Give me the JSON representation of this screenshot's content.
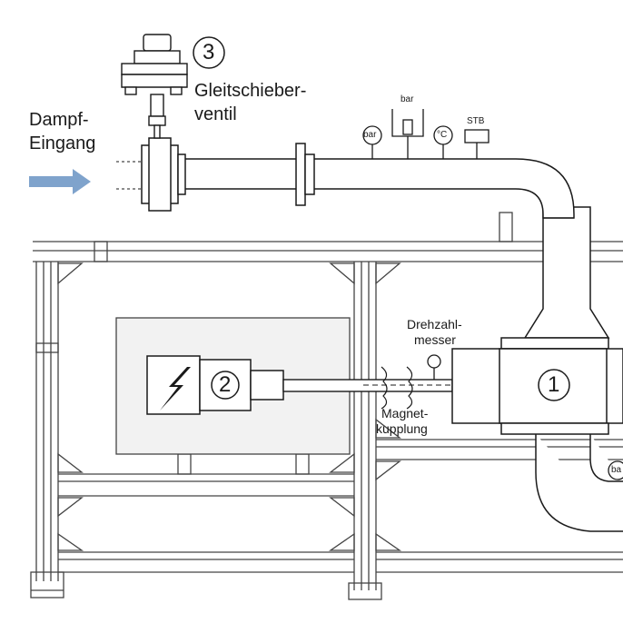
{
  "labels": {
    "steam_inlet_line1": "Dampf-",
    "steam_inlet_line2": "Eingang",
    "valve_number": "3",
    "valve_line1": "Gleitschieber-",
    "valve_line2": "ventil",
    "gauge_bar_1": "bar",
    "gauge_bar_2": "bar",
    "gauge_bar_3": "ba",
    "temp_sensor": "°C",
    "stb": "STB",
    "speed_sensor_line1": "Drehzahl-",
    "speed_sensor_line2": "messer",
    "coupling_line1": "Magnet-",
    "coupling_line2": "kupplung",
    "turbine_number": "1",
    "generator_number": "2"
  },
  "colors": {
    "line": "#1a1a1a",
    "arrow": "#7fa3cc",
    "box_fill": "#f2f2f2",
    "frame": "#444444"
  },
  "icons": {
    "generator": "lightning-bolt-icon",
    "inlet": "arrow-right-icon"
  }
}
